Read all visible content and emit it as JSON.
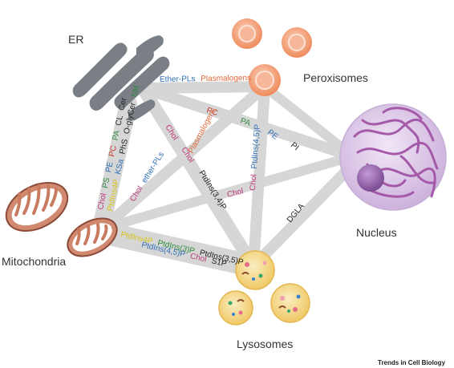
{
  "organelles": {
    "er": "ER",
    "peroxisomes": "Peroxisomes",
    "nucleus": "Nucleus",
    "mitochondria": "Mitochondria",
    "lysosomes": "Lysosomes"
  },
  "credit": "Trends in Cell Biology",
  "colors": {
    "connector": "#d3d3d3",
    "er": "#7a7f86",
    "peroxisome": "#f08a5d",
    "nucleus": "#b58bc9",
    "mitochondria": "#c9846b",
    "lysosome": "#f3d27a"
  },
  "lipids": {
    "er_perox": [
      {
        "text": "Ether-PLs",
        "color": "#2f6fb5"
      },
      {
        "text": "Plasmalogens",
        "color": "#e1683a"
      }
    ],
    "er_nuc_pc": {
      "text": "PC",
      "color": "#c0392b"
    },
    "er_nuc_pa": {
      "text": "PA",
      "color": "#2e8b3e"
    },
    "perox_nuc_pe": {
      "text": "PE",
      "color": "#2f6fb5"
    },
    "perox_nuc_pi": {
      "text": "PI",
      "color": "#222222"
    },
    "er_lyso": [
      {
        "text": "Chol",
        "color": "#c0397b"
      },
      {
        "text": "Plasmalogens",
        "color": "#e1683a"
      },
      {
        "text": "Chol",
        "color": "#c0397b"
      }
    ],
    "er_lyso_ptdins": {
      "text": "PtdIns(3,4)P",
      "color": "#222222"
    },
    "perox_lyso": [
      {
        "text": "Chol",
        "color": "#c0397b"
      },
      {
        "text": "PtdIns(4,5)P",
        "color": "#2f6fb5"
      }
    ],
    "mito_perox": [
      {
        "text": "Chol",
        "color": "#c0397b"
      },
      {
        "text": "ether-PLs",
        "color": "#2f6fb5"
      }
    ],
    "chol_center": {
      "text": "Chol",
      "color": "#c0397b"
    },
    "dgla": {
      "text": "DGLA",
      "color": "#222222"
    },
    "er_mito_row1": [
      {
        "text": "Chol",
        "color": "#c0397b"
      },
      {
        "text": "PS",
        "color": "#2e8b3e"
      },
      {
        "text": "PE",
        "color": "#2f6fb5"
      },
      {
        "text": "PC",
        "color": "#c0392b"
      },
      {
        "text": "PA",
        "color": "#2e8b3e"
      },
      {
        "text": "CL",
        "color": "#222222"
      },
      {
        "text": "Cer",
        "color": "#222222"
      }
    ],
    "er_mito_row2": [
      {
        "text": "PtdIns4P",
        "color": "#d6c31a"
      },
      {
        "text": "KSa",
        "color": "#2f6fb5"
      },
      {
        "text": "PhS",
        "color": "#222222"
      },
      {
        "text": "O-glyCer",
        "color": "#222222"
      },
      {
        "text": "SM",
        "color": "#2e8b3e"
      }
    ],
    "mito_lyso_row1": [
      {
        "text": "PtdIns4P",
        "color": "#d6c31a"
      },
      {
        "text": "PtdIns(3)P",
        "color": "#2e8b3e"
      },
      {
        "text": "PtdIns(3,5)P",
        "color": "#222222"
      }
    ],
    "mito_lyso_row2": [
      {
        "text": "PtdIns(4,5)P",
        "color": "#2f6fb5"
      },
      {
        "text": "Chol",
        "color": "#c0397b"
      },
      {
        "text": "S1P",
        "color": "#222222"
      }
    ]
  }
}
